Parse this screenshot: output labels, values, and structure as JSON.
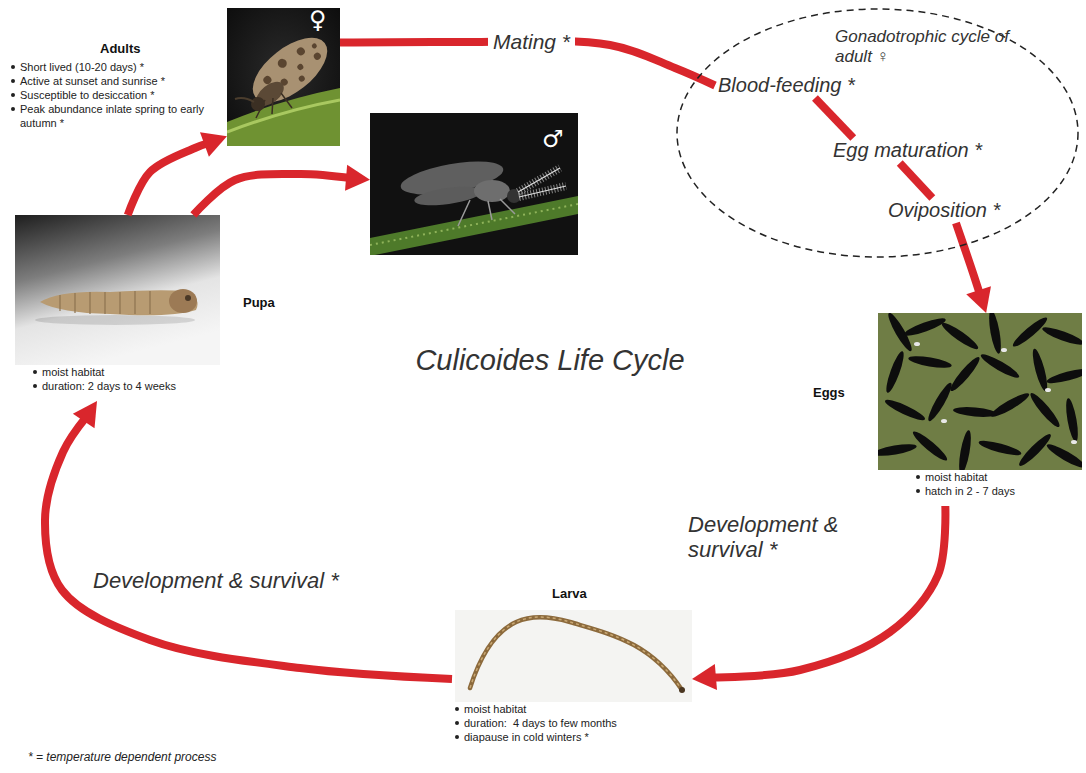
{
  "diagram": {
    "title": "Culicoides Life Cycle",
    "nodes": [
      {
        "text": [
          "Adults",
          "Short lived (10-20 days) *",
          "Active at sunset and sunrise *",
          "Susceptible to desiccation *",
          "Peak abundance inlate spring to early autumn *",
          "♀"
        ]
      },
      {
        "text": [
          "♂"
        ]
      },
      {
        "text": [
          "Gonadotrophic cycle of adult ♀"
        ]
      },
      {
        "text": [
          "Blood-feeding *"
        ],
        "in": 2
      },
      {
        "text": [
          "Egg maturation *"
        ],
        "in": 2
      },
      {
        "text": [
          "Oviposition *"
        ],
        "in": 2
      },
      {
        "text": [
          "Eggs",
          "moist habitat",
          "hatch in 2 - 7 days"
        ]
      },
      {
        "text": [
          "Larva",
          "moist habitat",
          "duration:  4 days to few months",
          "diapause in cold winters *"
        ]
      },
      {
        "text": [
          "Pupa",
          "moist habitat",
          "duration: 2 days to 4 weeks"
        ]
      }
    ],
    "edges": [
      {
        "from": 0,
        "to": 3,
        "arrow": "none",
        "label": "Mating *"
      },
      {
        "from": 3,
        "to": 4,
        "arrow": "none"
      },
      {
        "from": 4,
        "to": 5,
        "arrow": "none"
      },
      {
        "from": 5,
        "to": 6,
        "arrow": "to"
      },
      {
        "from": 6,
        "to": 7,
        "arrow": "to",
        "label": "Development & survival *"
      },
      {
        "from": 7,
        "to": 8,
        "arrow": "to",
        "label": "Development & survival *"
      },
      {
        "from": 8,
        "to": 0,
        "arrow": "to"
      },
      {
        "from": 8,
        "to": 1,
        "arrow": "to"
      }
    ],
    "labels": [
      "* = temperature dependent process"
    ]
  }
}
